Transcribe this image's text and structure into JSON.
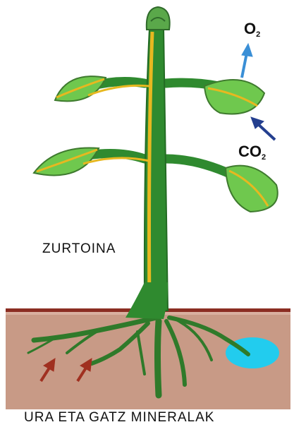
{
  "labels": {
    "stem": "ZURTOINA",
    "bottom": "URA ETA GATZ MINERALAK",
    "oxygen": {
      "base": "O",
      "sub": "2"
    },
    "carbon_dioxide": {
      "base": "CO",
      "sub": "2"
    }
  },
  "colors": {
    "stem": "#2f8a2f",
    "leaf": "#6fc84e",
    "vein": "#e7b820",
    "soil": "#c89a86",
    "ground_line": "#8b2d22",
    "water": "#22ccee",
    "oxygen_arrow": "#3a8fd6",
    "co2_arrow": "#243f8f",
    "water_arrow": "#a03020"
  }
}
